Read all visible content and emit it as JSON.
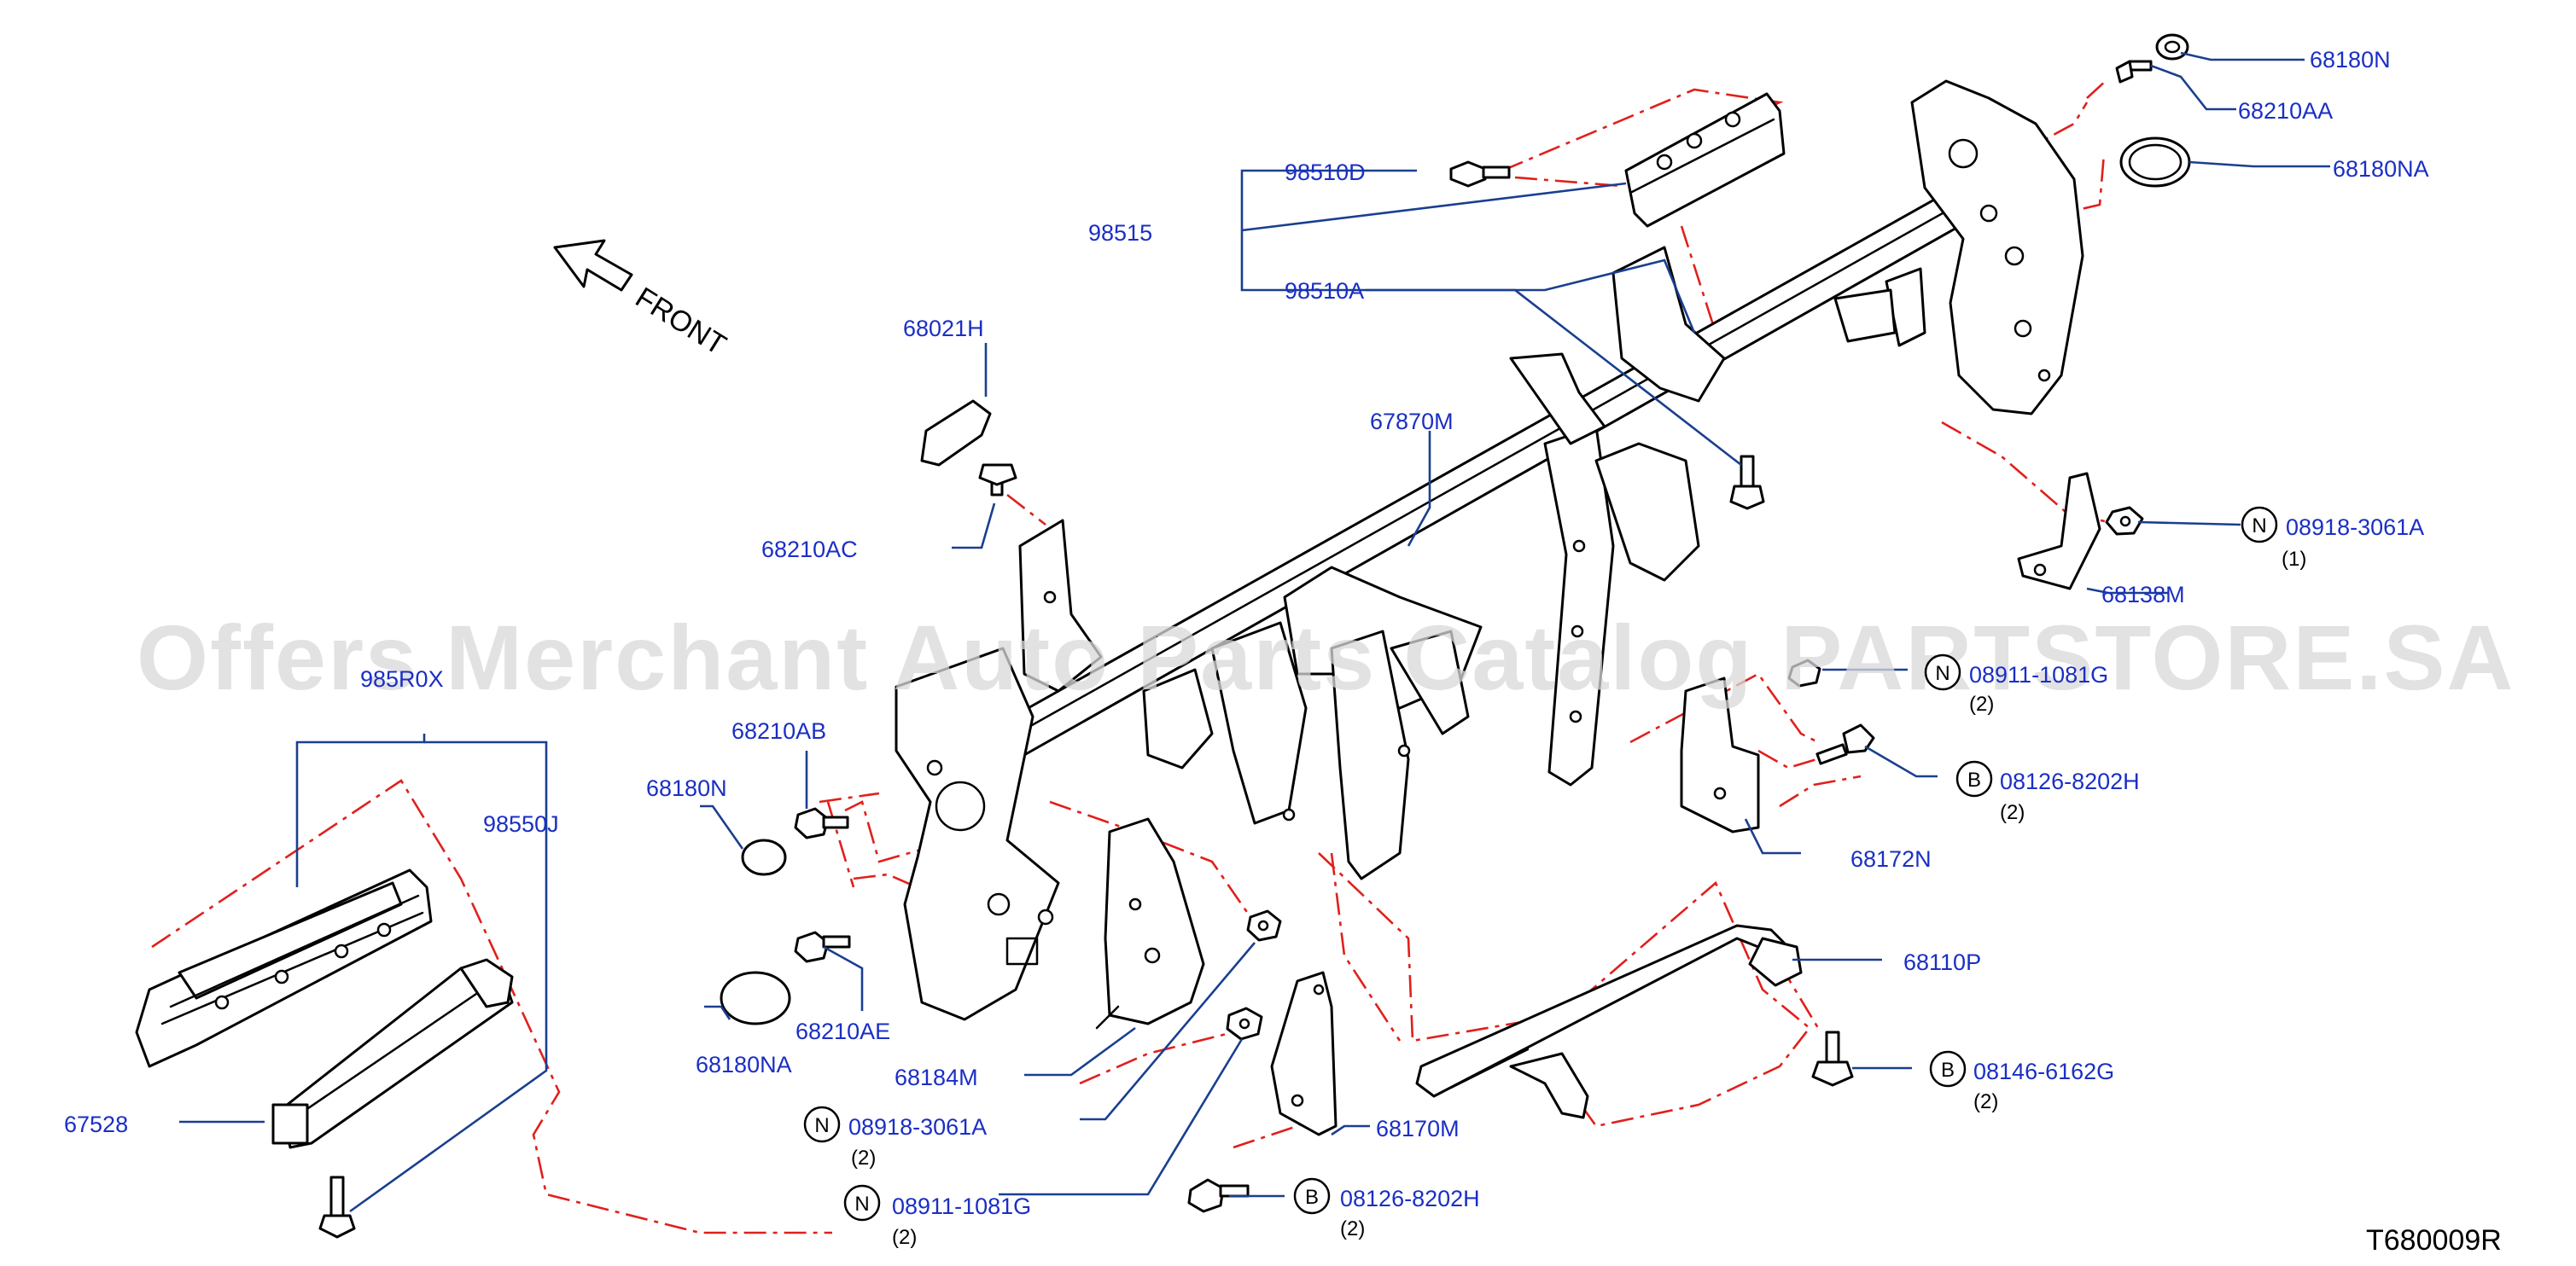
{
  "diagram": {
    "front_label": "FRONT",
    "diagram_code": "T680009R",
    "watermark": "Offers Merchant Auto Parts Catalog PARTSTORE.SA",
    "colors": {
      "label": "#1a2fc4",
      "leader": "#1a3f8f",
      "phantom": "#e0201c",
      "outline": "#000000",
      "watermark": "#d9d9d9"
    },
    "labels": [
      {
        "id": "68180N",
        "text": "68180N"
      },
      {
        "id": "68210AA",
        "text": "68210AA"
      },
      {
        "id": "68180NA",
        "text": "68180NA"
      },
      {
        "id": "98510D",
        "text": "98510D"
      },
      {
        "id": "98515",
        "text": "98515"
      },
      {
        "id": "98510A",
        "text": "98510A"
      },
      {
        "id": "68021H",
        "text": "68021H"
      },
      {
        "id": "67870M",
        "text": "67870M"
      },
      {
        "id": "68210AC",
        "text": "68210AC"
      },
      {
        "id": "68138M",
        "text": "68138M"
      },
      {
        "id": "98550X",
        "text": "985R0X"
      },
      {
        "id": "98550J",
        "text": "98550J"
      },
      {
        "id": "68210AB",
        "text": "68210AB"
      },
      {
        "id": "68180N-left",
        "text": "68180N"
      },
      {
        "id": "68172N",
        "text": "68172N"
      },
      {
        "id": "68210AE",
        "text": "68210AE"
      },
      {
        "id": "68180NA-left",
        "text": "68180NA"
      },
      {
        "id": "68110P",
        "text": "68110P"
      },
      {
        "id": "68184M",
        "text": "68184M"
      },
      {
        "id": "67528",
        "text": "67528"
      },
      {
        "id": "68170M",
        "text": "68170M"
      }
    ],
    "callouts": [
      {
        "id": "n-08918-3061A-right",
        "badge": "N",
        "part": "08918-3061A",
        "qty": "(1)"
      },
      {
        "id": "n-08911-1081G-right",
        "badge": "N",
        "part": "08911-1081G",
        "qty": "(2)"
      },
      {
        "id": "b-08126-8202H-right",
        "badge": "B",
        "part": "08126-8202H",
        "qty": "(2)"
      },
      {
        "id": "b-08146-6162G",
        "badge": "B",
        "part": "08146-6162G",
        "qty": "(2)"
      },
      {
        "id": "n-08918-3061A-left",
        "badge": "N",
        "part": "08918-3061A",
        "qty": "(2)"
      },
      {
        "id": "n-08911-1081G-left",
        "badge": "N",
        "part": "08911-1081G",
        "qty": "(2)"
      },
      {
        "id": "b-08126-8202H-bottom",
        "badge": "B",
        "part": "08126-8202H",
        "qty": "(2)"
      }
    ],
    "icons": [
      "front-arrow-icon"
    ]
  }
}
